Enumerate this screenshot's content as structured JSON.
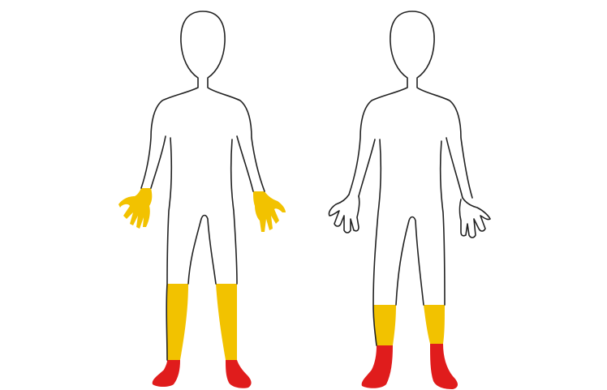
{
  "figures": [
    {
      "name": "figure-left",
      "regions": [
        {
          "name": "hands",
          "color": "#f2c200"
        },
        {
          "name": "lower-legs",
          "color": "#f2c200"
        },
        {
          "name": "feet",
          "color": "#e01c1c"
        }
      ]
    },
    {
      "name": "figure-right",
      "regions": [
        {
          "name": "lower-legs",
          "color": "#f2c200"
        },
        {
          "name": "feet",
          "color": "#e01c1c"
        }
      ]
    }
  ],
  "colors": {
    "yellow": "#f2c200",
    "red": "#e01c1c",
    "outline": "#222222",
    "background": "#ffffff"
  }
}
